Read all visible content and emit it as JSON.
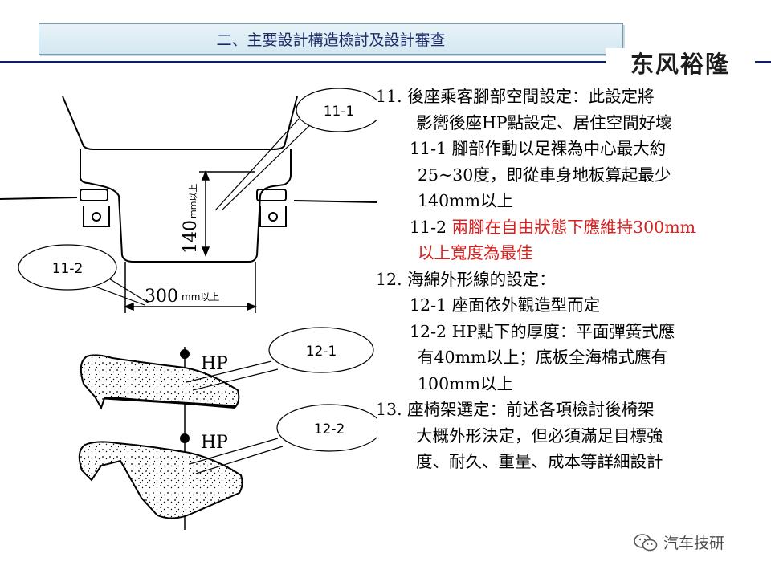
{
  "header": {
    "title": "二、主要設計構造檢討及設計審查",
    "logo_text": "东风裕隆"
  },
  "diagram": {
    "callouts": [
      "11-1",
      "11-2",
      "12-1",
      "12-2"
    ],
    "dim_vertical": "140",
    "dim_vertical_unit": "mm以上",
    "dim_horizontal": "300",
    "dim_horizontal_unit": "mm以上",
    "hp_label_1": "HP",
    "hp_label_2": "HP"
  },
  "body": {
    "lines": [
      {
        "text": "11. 後座乘客腳部空間設定：此設定將",
        "indent": 0
      },
      {
        "text": "影嚮後座HP點設定、居住空間好壞",
        "indent": 1
      },
      {
        "text": "11-1 腳部作動以足裸為中心最大約",
        "indent": 2
      },
      {
        "text": "25~30度，即從車身地板算起最少",
        "indent": 3
      },
      {
        "text": "140mm以上",
        "indent": 3
      },
      {
        "text": "11-2 ",
        "indent": 2,
        "red_part": "兩腳在自由狀態下應維持300mm"
      },
      {
        "text": "",
        "indent": 3,
        "red_part": "以上寬度為最佳"
      },
      {
        "text": "12. 海綿外形線的設定：",
        "indent": 0
      },
      {
        "text": "12-1 座面依外觀造型而定",
        "indent": 2
      },
      {
        "text": "12-2 HP點下的厚度：平面彈簧式應",
        "indent": 2
      },
      {
        "text": "有40mm以上；底板全海棉式應有",
        "indent": 3
      },
      {
        "text": "100mm以上",
        "indent": 3
      },
      {
        "text": "13. 座椅架選定：前述各項檢討後椅架",
        "indent": 0
      },
      {
        "text": "大概外形決定，但必須滿足目標強",
        "indent": 1
      },
      {
        "text": "度、耐久、重量、成本等詳細設計",
        "indent": 1
      }
    ]
  },
  "watermark": {
    "text": "汽车技研",
    "icon": "wechat-icon"
  },
  "colors": {
    "accent_red": "#d91f1f",
    "rule_blue": "#0a1f6e",
    "title_text": "#1a2a6a"
  }
}
